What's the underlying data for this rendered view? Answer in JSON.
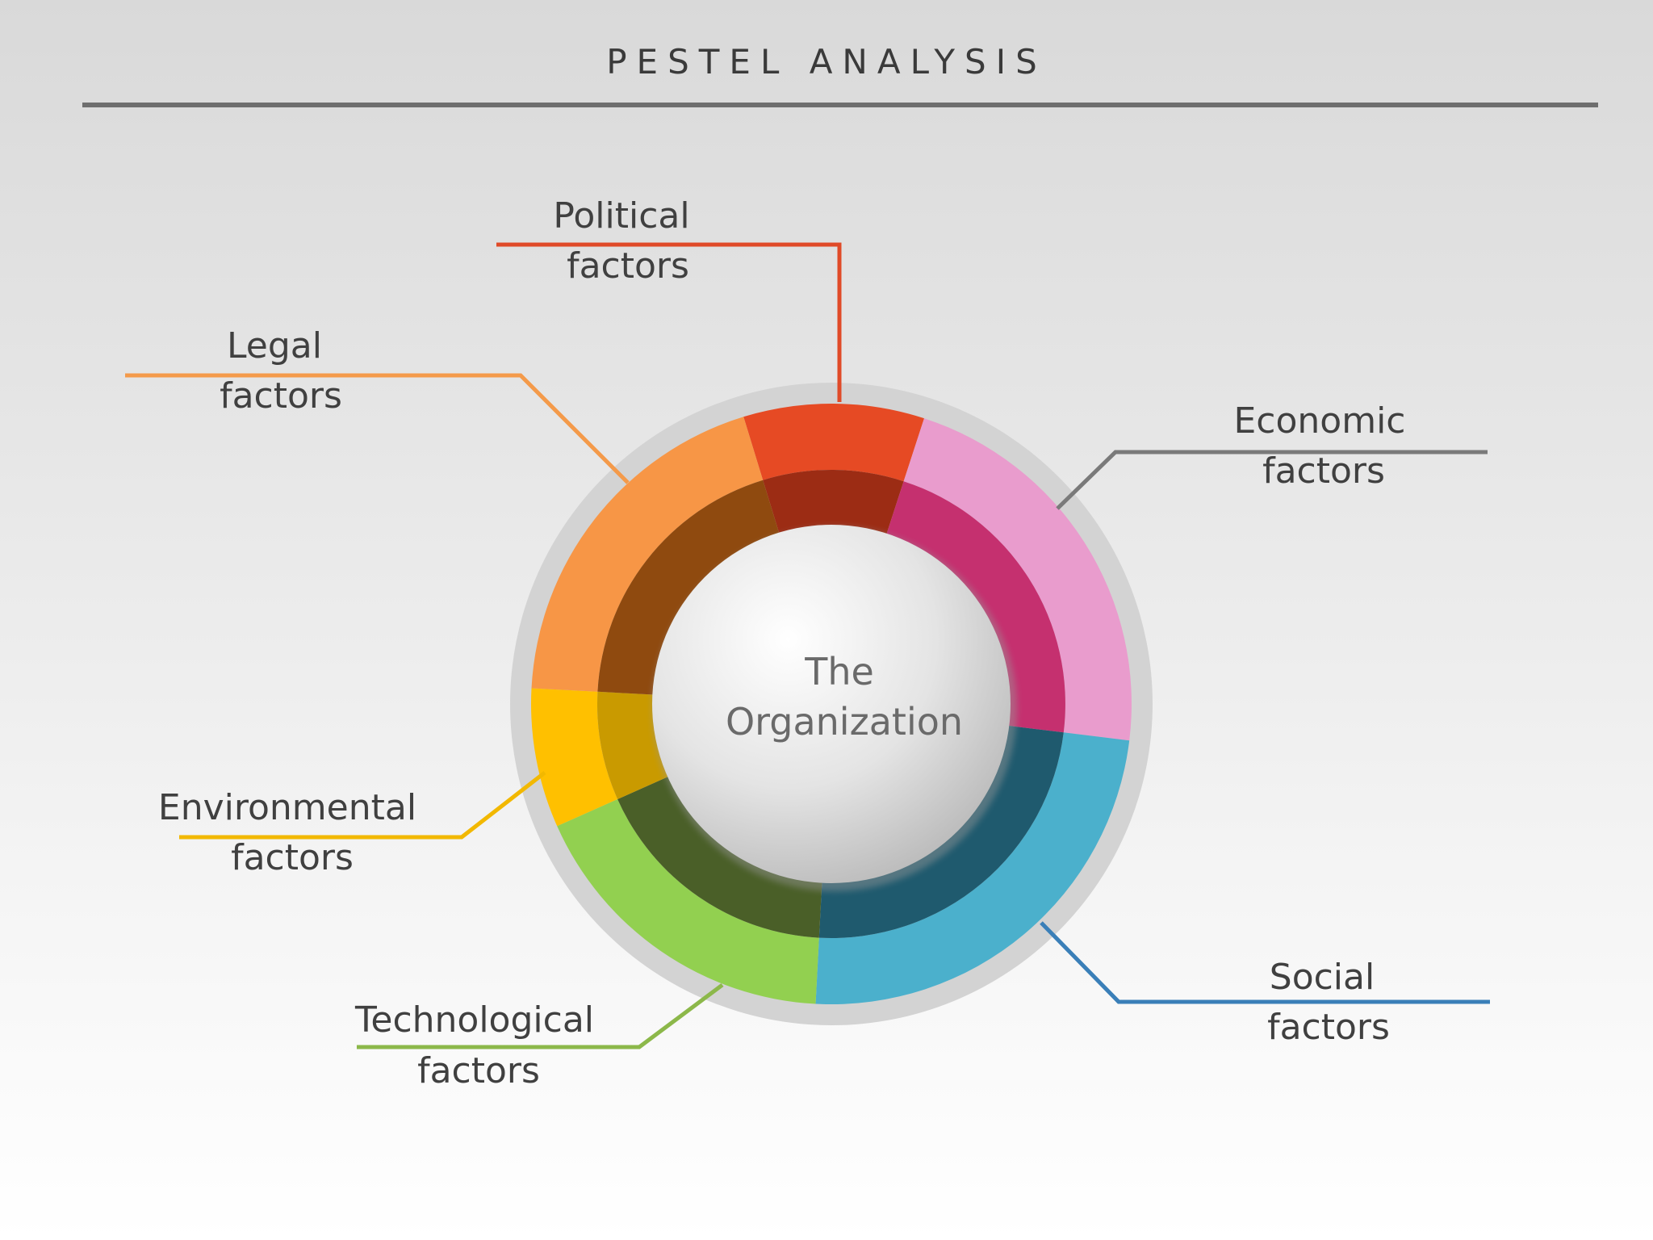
{
  "header": {
    "title": "PESTEL  ANALYSIS"
  },
  "center": {
    "line1": "The",
    "line2": "Organization"
  },
  "colors": {
    "title_rule": "#6e6e6e",
    "base_ring": "#d3d3d3"
  },
  "segments": [
    {
      "key": "political",
      "line1": "Political",
      "line2": "factors",
      "outer_color": "#e64a24",
      "inner_color": "#9c2c14",
      "leader_color": "#e04a28"
    },
    {
      "key": "economic",
      "line1": "Economic",
      "line2": "factors",
      "outer_color": "#e99ccd",
      "inner_color": "#c5306f",
      "leader_color": "#7a7a7a"
    },
    {
      "key": "social",
      "line1": "Social",
      "line2": "factors",
      "outer_color": "#4bb0cc",
      "inner_color": "#1f5a6e",
      "leader_color": "#3a7fb8"
    },
    {
      "key": "technological",
      "line1": "Technological",
      "line2": "factors",
      "outer_color": "#92d050",
      "inner_color": "#4a5f28",
      "leader_color": "#8cb84a"
    },
    {
      "key": "environmental",
      "line1": "Environmental",
      "line2": "factors",
      "outer_color": "#ffc000",
      "inner_color": "#c99a00",
      "leader_color": "#f2b800"
    },
    {
      "key": "legal",
      "line1": "Legal",
      "line2": "factors",
      "outer_color": "#f79646",
      "inner_color": "#8f4a0f",
      "leader_color": "#f49a4a"
    }
  ]
}
